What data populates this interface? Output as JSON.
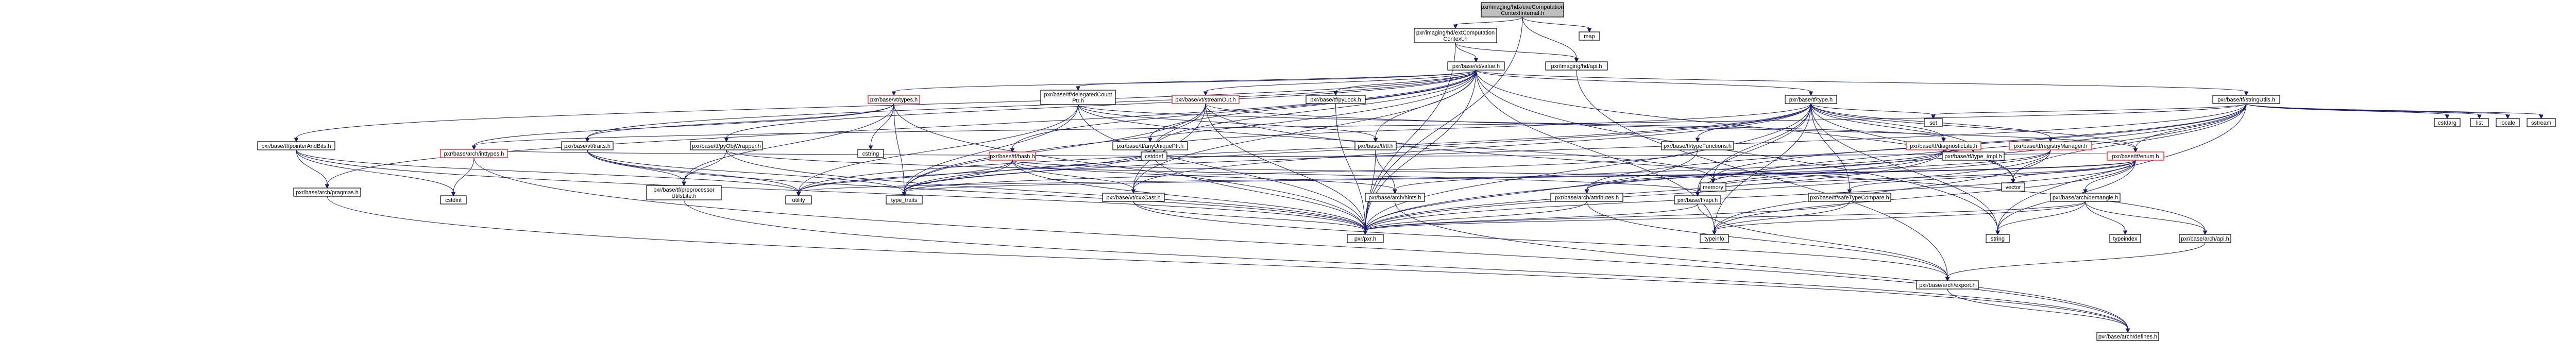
{
  "nodes": [
    {
      "id": "root",
      "lines": [
        "pxr/imaging/hdx/exeComputation",
        "ContextInternal.h"
      ],
      "style": "root"
    },
    {
      "id": "execCtx",
      "lines": [
        "pxr/imaging/hd/extComputation",
        "Context.h"
      ]
    },
    {
      "id": "map",
      "lines": [
        "map"
      ]
    },
    {
      "id": "vtValue",
      "lines": [
        "pxr/base/vt/value.h"
      ]
    },
    {
      "id": "hdApi",
      "lines": [
        "pxr/imaging/hd/api.h"
      ]
    },
    {
      "id": "pyLock",
      "lines": [
        "pxr/base/tf/pyLock.h"
      ]
    },
    {
      "id": "vtTypes",
      "lines": [
        "pxr/base/vt/types.h"
      ],
      "style": "red"
    },
    {
      "id": "delegatedCount",
      "lines": [
        "pxr/base/tf/delegatedCount",
        "Ptr.h"
      ]
    },
    {
      "id": "streamOut",
      "lines": [
        "pxr/base/vt/streamOut.h"
      ],
      "style": "red"
    },
    {
      "id": "tfType",
      "lines": [
        "pxr/base/tf/type.h"
      ]
    },
    {
      "id": "stringUtils",
      "lines": [
        "pxr/base/tf/stringUtils.h"
      ]
    },
    {
      "id": "pointerAndBits",
      "lines": [
        "pxr/base/tf/pointerAndBits.h"
      ]
    },
    {
      "id": "pyObjWrapper",
      "lines": [
        "pxr/base/tf/pyObjWrapper.h"
      ]
    },
    {
      "id": "vtTraits",
      "lines": [
        "pxr/base/vt/traits.h"
      ]
    },
    {
      "id": "archInttypes",
      "lines": [
        "pxr/base/arch/inttypes.h"
      ],
      "style": "red"
    },
    {
      "id": "anyUniquePtr",
      "lines": [
        "pxr/base/tf/anyUniquePtr.h"
      ]
    },
    {
      "id": "tfTfH",
      "lines": [
        "pxr/base/tf/tf.h"
      ]
    },
    {
      "id": "tfHash",
      "lines": [
        "pxr/base/tf/hash.h"
      ],
      "style": "red"
    },
    {
      "id": "cstring",
      "lines": [
        "cstring"
      ]
    },
    {
      "id": "typeFunctions",
      "lines": [
        "pxr/base/tf/typeFunctions.h"
      ]
    },
    {
      "id": "diagnosticLite",
      "lines": [
        "pxr/base/tf/diagnosticLite.h"
      ],
      "style": "red"
    },
    {
      "id": "registryManager",
      "lines": [
        "pxr/base/tf/registryManager.h"
      ],
      "style": "red"
    },
    {
      "id": "typeImpl",
      "lines": [
        "pxr/base/tf/type_Impl.h"
      ]
    },
    {
      "id": "tfEnum",
      "lines": [
        "pxr/base/tf/enum.h"
      ],
      "style": "red"
    },
    {
      "id": "set",
      "lines": [
        "set"
      ]
    },
    {
      "id": "cstdarg",
      "lines": [
        "cstdarg"
      ]
    },
    {
      "id": "list",
      "lines": [
        "list"
      ]
    },
    {
      "id": "locale",
      "lines": [
        "locale"
      ]
    },
    {
      "id": "sstream",
      "lines": [
        "sstream"
      ]
    },
    {
      "id": "archPragmas",
      "lines": [
        "pxr/base/arch/pragmas.h"
      ]
    },
    {
      "id": "cstdint",
      "lines": [
        "cstdint"
      ]
    },
    {
      "id": "preprocessorUtilsLite",
      "lines": [
        "pxr/base/tf/preprocessor",
        "UtilsLite.h"
      ]
    },
    {
      "id": "utility",
      "lines": [
        "utility"
      ]
    },
    {
      "id": "typeTraits",
      "lines": [
        "type_traits"
      ]
    },
    {
      "id": "tfCxx",
      "lines": [
        "pxr/base/vt/cxxCast.h"
      ]
    },
    {
      "id": "cstddef",
      "lines": [
        "cstddef"
      ]
    },
    {
      "id": "archHints",
      "lines": [
        "pxr/base/arch/hints.h"
      ]
    },
    {
      "id": "archAttributes",
      "lines": [
        "pxr/base/arch/attributes.h"
      ]
    },
    {
      "id": "tfApi",
      "lines": [
        "pxr/base/tf/api.h"
      ]
    },
    {
      "id": "memory",
      "lines": [
        "memory"
      ]
    },
    {
      "id": "safeTypeCompare",
      "lines": [
        "pxr/base/tf/safeTypeCompare.h"
      ]
    },
    {
      "id": "vector",
      "lines": [
        "vector"
      ]
    },
    {
      "id": "archDemangle",
      "lines": [
        "pxr/base/arch/demangle.h"
      ]
    },
    {
      "id": "pxrH",
      "lines": [
        "pxr/pxr.h"
      ]
    },
    {
      "id": "typeinfo",
      "lines": [
        "typeinfo"
      ]
    },
    {
      "id": "string",
      "lines": [
        "string"
      ]
    },
    {
      "id": "typeindex",
      "lines": [
        "typeindex"
      ]
    },
    {
      "id": "archApi",
      "lines": [
        "pxr/base/arch/api.h"
      ]
    },
    {
      "id": "archExport",
      "lines": [
        "pxr/base/arch/export.h"
      ]
    },
    {
      "id": "archDefines",
      "lines": [
        "pxr/base/arch/defines.h"
      ]
    }
  ],
  "colors": {
    "edge": "#191970",
    "root_fill": "#bfbfbf",
    "red_border": "#ff0000",
    "border": "#000000",
    "background": "#ffffff"
  }
}
